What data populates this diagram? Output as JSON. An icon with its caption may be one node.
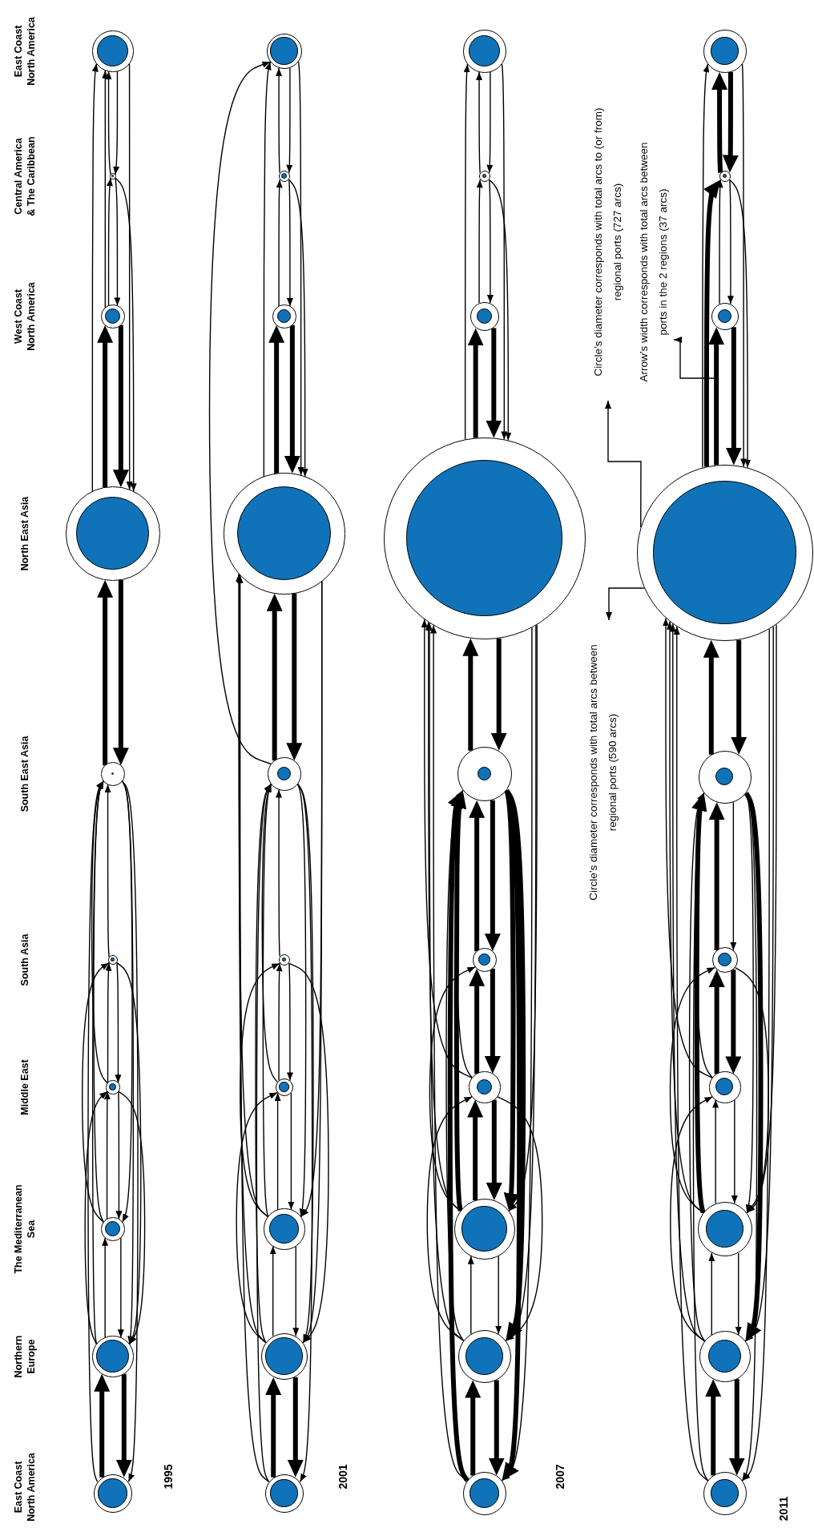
{
  "diagram": {
    "nodes": [
      {
        "text": [],
        "shape": "circle"
      },
      {
        "text": [],
        "shape": "circle"
      },
      {
        "text": [],
        "shape": "circle"
      },
      {
        "text": [],
        "shape": "circle"
      },
      {
        "text": [],
        "shape": "circle"
      },
      {
        "text": [],
        "shape": "circle"
      },
      {
        "text": [],
        "shape": "circle"
      },
      {
        "text": [],
        "shape": "circle"
      },
      {
        "text": [],
        "shape": "circle"
      },
      {
        "text": [],
        "shape": "circle"
      },
      {
        "text": [],
        "shape": "circle"
      },
      {
        "text": [],
        "shape": "circle"
      },
      {
        "text": [],
        "shape": "circle"
      },
      {
        "text": [],
        "shape": "circle"
      },
      {
        "text": [],
        "shape": "circle"
      },
      {
        "text": [],
        "shape": "circle"
      },
      {
        "text": [],
        "shape": "circle"
      },
      {
        "text": [],
        "shape": "circle"
      },
      {
        "text": [],
        "shape": "circle"
      },
      {
        "text": [],
        "shape": "circle"
      },
      {
        "text": [],
        "shape": "circle"
      },
      {
        "text": [],
        "shape": "circle"
      },
      {
        "text": [],
        "shape": "circle"
      },
      {
        "text": [],
        "shape": "circle"
      },
      {
        "text": [],
        "shape": "circle"
      },
      {
        "text": [],
        "shape": "circle"
      },
      {
        "text": [],
        "shape": "circle"
      },
      {
        "text": [],
        "shape": "circle"
      },
      {
        "text": [],
        "shape": "circle"
      },
      {
        "text": [],
        "shape": "circle"
      },
      {
        "text": [],
        "shape": "circle"
      },
      {
        "text": [],
        "shape": "circle"
      },
      {
        "text": [],
        "shape": "circle"
      },
      {
        "text": [],
        "shape": "circle"
      },
      {
        "text": [],
        "shape": "circle"
      },
      {
        "text": [],
        "shape": "circle"
      },
      {
        "text": [],
        "shape": "circle"
      },
      {
        "text": [],
        "shape": "circle"
      },
      {
        "text": [],
        "shape": "circle"
      },
      {
        "text": [],
        "shape": "circle"
      },
      {
        "text": [
          "Circle’s diameter corresponds with total arcs to (or from) regional ports (727 arcs)"
        ]
      },
      {
        "text": [
          "Arrow’s width corresponds with total arcs between ports in the 2 regions (37 arcs)"
        ]
      },
      {
        "text": [
          "Circle’s diameter corresponds with total arcs between regional ports (590 arcs)"
        ]
      }
    ],
    "edges": [
      {
        "from": 0,
        "to": 1,
        "arrow": "to",
        "style": "thick"
      },
      {
        "from": 1,
        "to": 0,
        "arrow": "to",
        "style": "thick"
      },
      {
        "from": 1,
        "to": 2,
        "arrow": "to"
      },
      {
        "from": 2,
        "to": 1,
        "arrow": "to"
      },
      {
        "from": 2,
        "to": 3,
        "arrow": "to"
      },
      {
        "from": 3,
        "to": 2,
        "arrow": "to"
      },
      {
        "from": 3,
        "to": 4,
        "arrow": "to"
      },
      {
        "from": 4,
        "to": 3,
        "arrow": "to"
      },
      {
        "from": 0,
        "to": 5,
        "arrow": "to"
      },
      {
        "from": 1,
        "to": 5,
        "arrow": "to"
      },
      {
        "from": 2,
        "to": 5,
        "arrow": "to"
      },
      {
        "from": 3,
        "to": 5,
        "arrow": "to"
      },
      {
        "from": 4,
        "to": 5,
        "arrow": "to"
      },
      {
        "from": 1,
        "to": 3,
        "arrow": "to"
      },
      {
        "from": 2,
        "to": 4,
        "arrow": "to"
      },
      {
        "from": 5,
        "to": 0,
        "arrow": "to"
      },
      {
        "from": 5,
        "to": 1,
        "arrow": "to"
      },
      {
        "from": 5,
        "to": 2,
        "arrow": "to"
      },
      {
        "from": 4,
        "to": 1,
        "arrow": "to"
      },
      {
        "from": 3,
        "to": 1,
        "arrow": "to"
      },
      {
        "from": 5,
        "to": 6,
        "arrow": "to",
        "style": "thick"
      },
      {
        "from": 6,
        "to": 5,
        "arrow": "to",
        "style": "thick"
      },
      {
        "from": 6,
        "to": 7,
        "arrow": "to",
        "style": "thick"
      },
      {
        "from": 7,
        "to": 6,
        "arrow": "to",
        "style": "thick"
      },
      {
        "from": 7,
        "to": 8,
        "arrow": "to"
      },
      {
        "from": 8,
        "to": 7,
        "arrow": "to"
      },
      {
        "from": 8,
        "to": 9,
        "arrow": "to"
      },
      {
        "from": 9,
        "to": 8,
        "arrow": "to"
      },
      {
        "from": 7,
        "to": 9,
        "arrow": "to"
      },
      {
        "from": 6,
        "to": 9,
        "arrow": "to"
      },
      {
        "from": 9,
        "to": 6,
        "arrow": "to"
      },
      {
        "from": 8,
        "to": 6,
        "arrow": "to"
      },
      {
        "from": 10,
        "to": 11,
        "arrow": "to",
        "style": "thick"
      },
      {
        "from": 11,
        "to": 10,
        "arrow": "to",
        "style": "thick"
      },
      {
        "from": 11,
        "to": 12,
        "arrow": "to"
      },
      {
        "from": 12,
        "to": 11,
        "arrow": "to"
      },
      {
        "from": 12,
        "to": 13,
        "arrow": "to"
      },
      {
        "from": 13,
        "to": 12,
        "arrow": "to"
      },
      {
        "from": 13,
        "to": 14,
        "arrow": "to"
      },
      {
        "from": 14,
        "to": 13,
        "arrow": "to"
      },
      {
        "from": 10,
        "to": 15,
        "arrow": "to"
      },
      {
        "from": 11,
        "to": 15,
        "arrow": "to"
      },
      {
        "from": 12,
        "to": 15,
        "arrow": "to"
      },
      {
        "from": 13,
        "to": 15,
        "arrow": "to"
      },
      {
        "from": 14,
        "to": 15,
        "arrow": "to"
      },
      {
        "from": 10,
        "to": 16,
        "arrow": "to"
      },
      {
        "from": 11,
        "to": 16,
        "arrow": "to"
      },
      {
        "from": 12,
        "to": 16,
        "arrow": "to"
      },
      {
        "from": 11,
        "to": 13,
        "arrow": "to"
      },
      {
        "from": 12,
        "to": 14,
        "arrow": "to"
      },
      {
        "from": 15,
        "to": 10,
        "arrow": "to"
      },
      {
        "from": 15,
        "to": 11,
        "arrow": "to"
      },
      {
        "from": 15,
        "to": 12,
        "arrow": "to"
      },
      {
        "from": 16,
        "to": 11,
        "arrow": "to"
      },
      {
        "from": 16,
        "to": 12,
        "arrow": "to"
      },
      {
        "from": 14,
        "to": 11,
        "arrow": "to"
      },
      {
        "from": 15,
        "to": 16,
        "arrow": "to",
        "style": "thick"
      },
      {
        "from": 16,
        "to": 15,
        "arrow": "to",
        "style": "thick"
      },
      {
        "from": 16,
        "to": 17,
        "arrow": "to",
        "style": "thick"
      },
      {
        "from": 17,
        "to": 16,
        "arrow": "to",
        "style": "thick"
      },
      {
        "from": 17,
        "to": 18,
        "arrow": "to"
      },
      {
        "from": 18,
        "to": 17,
        "arrow": "to"
      },
      {
        "from": 18,
        "to": 19,
        "arrow": "to"
      },
      {
        "from": 19,
        "to": 18,
        "arrow": "to"
      },
      {
        "from": 15,
        "to": 19,
        "arrow": "to"
      },
      {
        "from": 16,
        "to": 19,
        "arrow": "to"
      },
      {
        "from": 19,
        "to": 16,
        "arrow": "to"
      },
      {
        "from": 18,
        "to": 16,
        "arrow": "to"
      },
      {
        "from": 20,
        "to": 21,
        "arrow": "to",
        "style": "thick"
      },
      {
        "from": 21,
        "to": 20,
        "arrow": "to",
        "style": "thick"
      },
      {
        "from": 21,
        "to": 22,
        "arrow": "to"
      },
      {
        "from": 22,
        "to": 21,
        "arrow": "to"
      },
      {
        "from": 22,
        "to": 23,
        "arrow": "to",
        "style": "thick"
      },
      {
        "from": 23,
        "to": 22,
        "arrow": "to",
        "style": "thick"
      },
      {
        "from": 23,
        "to": 24,
        "arrow": "to",
        "style": "thick"
      },
      {
        "from": 24,
        "to": 23,
        "arrow": "to",
        "style": "thick"
      },
      {
        "from": 24,
        "to": 25,
        "arrow": "to",
        "style": "thick"
      },
      {
        "from": 25,
        "to": 24,
        "arrow": "to",
        "style": "thick"
      },
      {
        "from": 20,
        "to": 25,
        "arrow": "to",
        "style": "thick"
      },
      {
        "from": 21,
        "to": 25,
        "arrow": "to"
      },
      {
        "from": 22,
        "to": 25,
        "arrow": "to",
        "style": "thick"
      },
      {
        "from": 23,
        "to": 25,
        "arrow": "to"
      },
      {
        "from": 20,
        "to": 26,
        "arrow": "to"
      },
      {
        "from": 21,
        "to": 26,
        "arrow": "to"
      },
      {
        "from": 22,
        "to": 26,
        "arrow": "to"
      },
      {
        "from": 23,
        "to": 26,
        "arrow": "to"
      },
      {
        "from": 21,
        "to": 23,
        "arrow": "to"
      },
      {
        "from": 22,
        "to": 24,
        "arrow": "to"
      },
      {
        "from": 25,
        "to": 20,
        "arrow": "to",
        "style": "thick"
      },
      {
        "from": 25,
        "to": 21,
        "arrow": "to",
        "style": "thick"
      },
      {
        "from": 25,
        "to": 22,
        "arrow": "to",
        "style": "thick"
      },
      {
        "from": 26,
        "to": 20,
        "arrow": "to"
      },
      {
        "from": 26,
        "to": 21,
        "arrow": "to"
      },
      {
        "from": 26,
        "to": 22,
        "arrow": "to"
      },
      {
        "from": 23,
        "to": 21,
        "arrow": "to"
      },
      {
        "from": 25,
        "to": 26,
        "arrow": "to",
        "style": "thick"
      },
      {
        "from": 26,
        "to": 25,
        "arrow": "to",
        "style": "thick"
      },
      {
        "from": 26,
        "to": 27,
        "arrow": "to",
        "style": "thick"
      },
      {
        "from": 27,
        "to": 26,
        "arrow": "to",
        "style": "thick"
      },
      {
        "from": 27,
        "to": 28,
        "arrow": "to"
      },
      {
        "from": 28,
        "to": 27,
        "arrow": "to"
      },
      {
        "from": 28,
        "to": 29,
        "arrow": "to"
      },
      {
        "from": 29,
        "to": 28,
        "arrow": "to"
      },
      {
        "from": 26,
        "to": 29,
        "arrow": "to"
      },
      {
        "from": 29,
        "to": 26,
        "arrow": "to"
      },
      {
        "from": 28,
        "to": 26,
        "arrow": "to"
      },
      {
        "from": 30,
        "to": 31,
        "arrow": "to",
        "style": "thick"
      },
      {
        "from": 31,
        "to": 30,
        "arrow": "to",
        "style": "thick"
      },
      {
        "from": 31,
        "to": 32,
        "arrow": "to"
      },
      {
        "from": 32,
        "to": 31,
        "arrow": "to"
      },
      {
        "from": 32,
        "to": 33,
        "arrow": "to"
      },
      {
        "from": 33,
        "to": 32,
        "arrow": "to"
      },
      {
        "from": 33,
        "to": 34,
        "arrow": "to",
        "style": "thick"
      },
      {
        "from": 34,
        "to": 33,
        "arrow": "to",
        "style": "thick"
      },
      {
        "from": 34,
        "to": 35,
        "arrow": "to",
        "style": "thick"
      },
      {
        "from": 35,
        "to": 34,
        "arrow": "to"
      },
      {
        "from": 30,
        "to": 35,
        "arrow": "to"
      },
      {
        "from": 31,
        "to": 35,
        "arrow": "to"
      },
      {
        "from": 32,
        "to": 35,
        "arrow": "to",
        "style": "thick"
      },
      {
        "from": 33,
        "to": 35,
        "arrow": "to"
      },
      {
        "from": 30,
        "to": 36,
        "arrow": "to"
      },
      {
        "from": 31,
        "to": 36,
        "arrow": "to"
      },
      {
        "from": 32,
        "to": 36,
        "arrow": "to"
      },
      {
        "from": 33,
        "to": 36,
        "arrow": "to"
      },
      {
        "from": 31,
        "to": 33,
        "arrow": "to"
      },
      {
        "from": 32,
        "to": 34,
        "arrow": "to"
      },
      {
        "from": 35,
        "to": 30,
        "arrow": "to"
      },
      {
        "from": 35,
        "to": 31,
        "arrow": "to",
        "style": "thick"
      },
      {
        "from": 35,
        "to": 32,
        "arrow": "to"
      },
      {
        "from": 36,
        "to": 30,
        "arrow": "to"
      },
      {
        "from": 36,
        "to": 31,
        "arrow": "to"
      },
      {
        "from": 36,
        "to": 32,
        "arrow": "to"
      },
      {
        "from": 34,
        "to": 32,
        "arrow": "to"
      },
      {
        "from": 35,
        "to": 36,
        "arrow": "to",
        "style": "thick"
      },
      {
        "from": 36,
        "to": 35,
        "arrow": "to",
        "style": "thick"
      },
      {
        "from": 36,
        "to": 37,
        "arrow": "to",
        "style": "thick"
      },
      {
        "from": 37,
        "to": 36,
        "arrow": "to",
        "style": "thick"
      },
      {
        "from": 37,
        "to": 38,
        "arrow": "to"
      },
      {
        "from": 38,
        "to": 37,
        "arrow": "to"
      },
      {
        "from": 38,
        "to": 39,
        "arrow": "to",
        "style": "thick"
      },
      {
        "from": 39,
        "to": 38,
        "arrow": "to",
        "style": "thick"
      },
      {
        "from": 36,
        "to": 38,
        "arrow": "to",
        "style": "thick"
      },
      {
        "from": 36,
        "to": 39,
        "arrow": "to"
      },
      {
        "from": 39,
        "to": 36,
        "arrow": "to"
      },
      {
        "from": 38,
        "to": 36,
        "arrow": "to"
      },
      {
        "from": 36,
        "to": 40,
        "arrow": "to"
      },
      {
        "from": null,
        "to": 41,
        "arrow": "to"
      },
      {
        "from": 36,
        "to": 42,
        "arrow": "to"
      }
    ],
    "labels": [
      "East Coast North America",
      "Northern Europe",
      "The Mediterranean Sea",
      "Middle East",
      "South Asia",
      "South East Asia",
      "North East Asia",
      "West Coast North America",
      "Central America & The Caribbean",
      "East Coast North America",
      "1995",
      "2001",
      "2007",
      "2011"
    ]
  }
}
